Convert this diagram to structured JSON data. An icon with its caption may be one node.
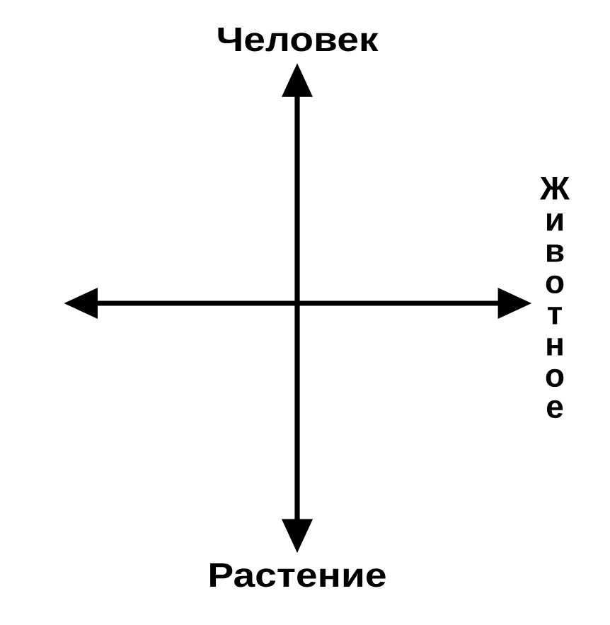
{
  "diagram": {
    "nodes": [
      {
        "text": [
          "Человек"
        ]
      },
      {
        "text": [
          "Растение"
        ]
      },
      {
        "text": [
          "Животное"
        ]
      }
    ],
    "edges": [
      {
        "from": 0,
        "to": 1,
        "arrow": "both"
      },
      {
        "from": null,
        "to": 2,
        "arrow": "both"
      }
    ]
  }
}
